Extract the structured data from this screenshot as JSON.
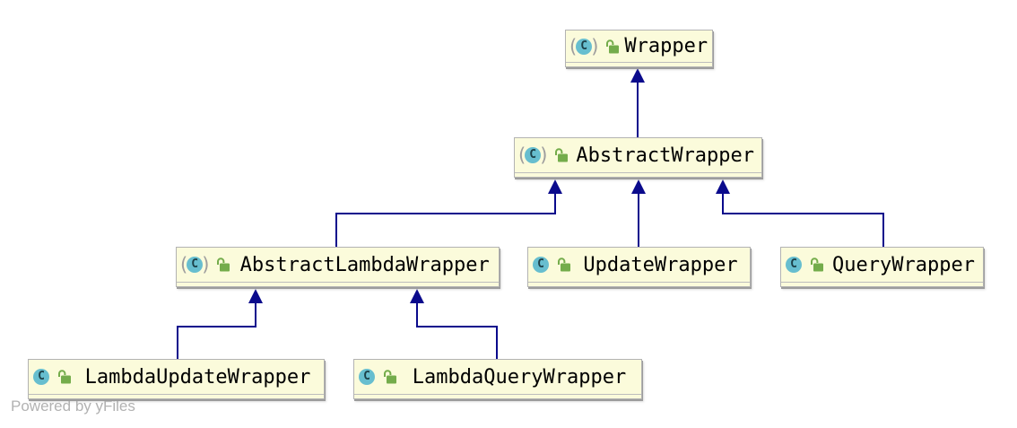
{
  "diagram": {
    "type": "uml-class-inheritance",
    "watermark": "Powered by yFiles",
    "icons": {
      "class_letter": "C",
      "paren_open": "(",
      "paren_close": ")",
      "class_badge_color": "#67BECF",
      "lock_color": "#74AC4B"
    },
    "colors": {
      "node_fill": "#FBFBDB",
      "node_border": "#B3B3B3",
      "edge": "#0A0A8C",
      "watermark_text": "#B2B2B2"
    },
    "nodes": [
      {
        "label": "Wrapper",
        "abstract": true
      },
      {
        "label": "AbstractWrapper",
        "abstract": true
      },
      {
        "label": "AbstractLambdaWrapper",
        "abstract": true
      },
      {
        "label": "UpdateWrapper",
        "abstract": false
      },
      {
        "label": "QueryWrapper",
        "abstract": false
      },
      {
        "label": "LambdaUpdateWrapper",
        "abstract": false
      },
      {
        "label": "LambdaQueryWrapper",
        "abstract": false
      }
    ],
    "edges": [
      {
        "from": "AbstractWrapper",
        "to": "Wrapper",
        "type": "extends"
      },
      {
        "from": "AbstractLambdaWrapper",
        "to": "AbstractWrapper",
        "type": "extends"
      },
      {
        "from": "UpdateWrapper",
        "to": "AbstractWrapper",
        "type": "extends"
      },
      {
        "from": "QueryWrapper",
        "to": "AbstractWrapper",
        "type": "extends"
      },
      {
        "from": "LambdaUpdateWrapper",
        "to": "AbstractLambdaWrapper",
        "type": "extends"
      },
      {
        "from": "LambdaQueryWrapper",
        "to": "AbstractLambdaWrapper",
        "type": "extends"
      }
    ]
  }
}
